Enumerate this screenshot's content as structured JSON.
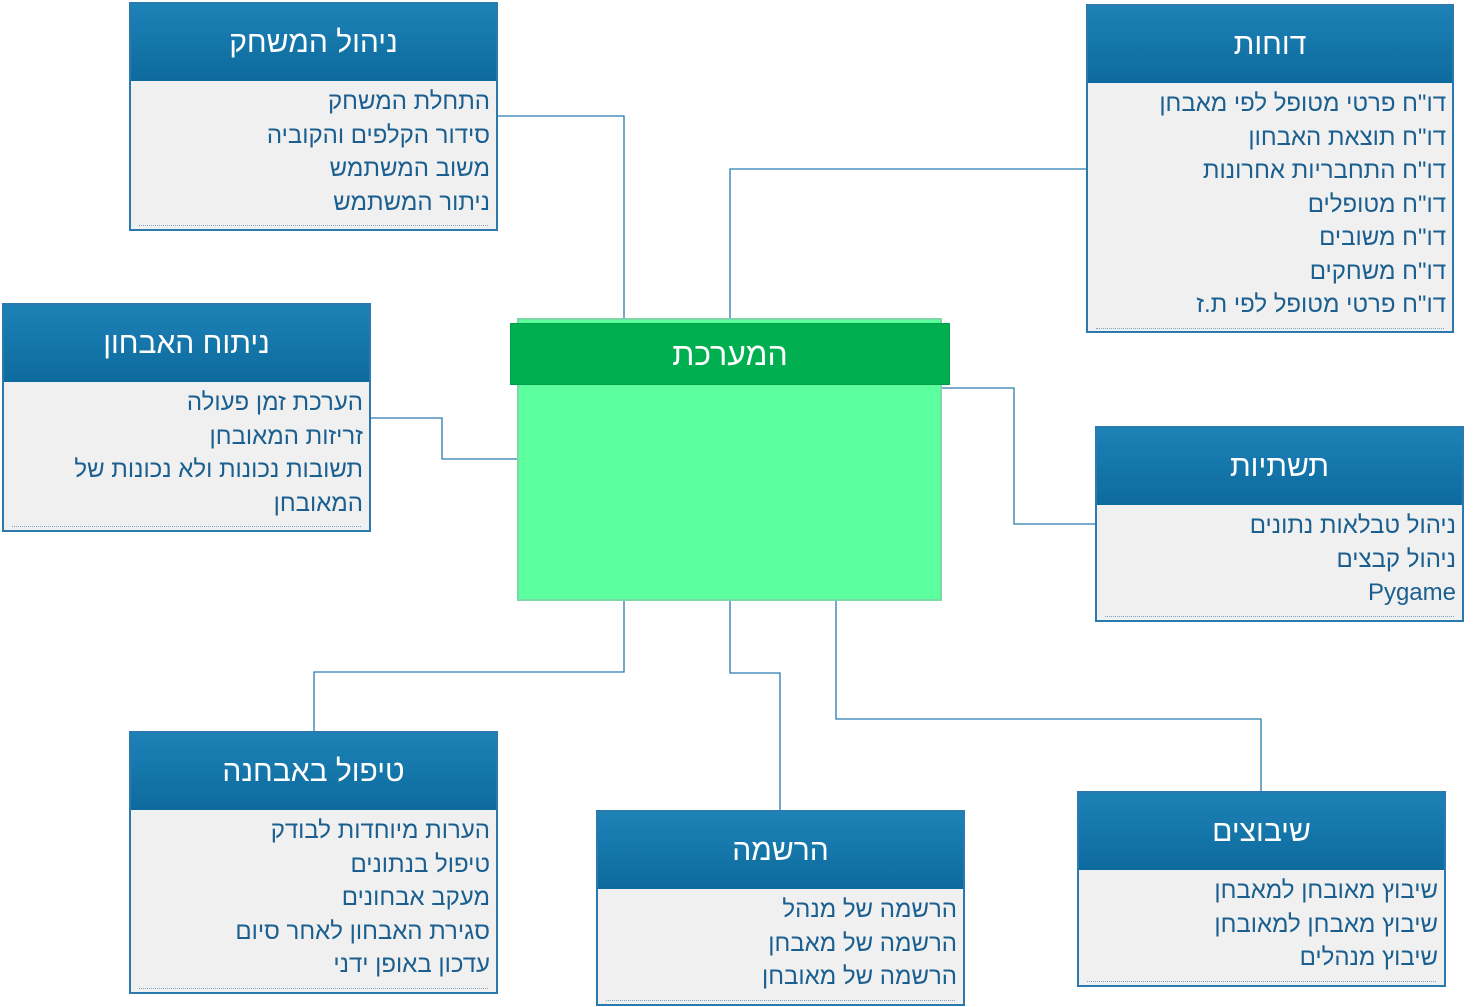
{
  "center": {
    "title": "המערכת"
  },
  "boxes": {
    "game": {
      "title": "ניהול המשחק",
      "items": [
        "התחלת המשחק",
        "סידור הקלפים והקוביה",
        "משוב המשתמש",
        "ניתור המשתמש"
      ]
    },
    "reports": {
      "title": "דוחות",
      "items": [
        "דו\"ח פרטי מטופל לפי מאבחן",
        "דו\"ח תוצאת האבחון",
        "דו\"ח התחבריות אחרונות",
        "דו\"ח מטופלים",
        "דו\"ח משובים",
        "דו\"ח משחקים",
        "דו\"ח פרטי מטופל לפי ת.ז"
      ]
    },
    "analysis": {
      "title": "ניתוח האבחון",
      "items": [
        "הערכת זמן פעולה",
        "זריזות המאובחן",
        "תשובות נכונות ולא נכונות של המאובחן"
      ]
    },
    "infra": {
      "title": "תשתיות",
      "items": [
        "ניהול טבלאות נתונים",
        "ניהול קבצים",
        "Pygame"
      ]
    },
    "care": {
      "title": "טיפול באבחנה",
      "items": [
        "הערות מיוחדות לבודק",
        "טיפול בנתונים",
        "מעקב אבחונים",
        "סגירת האבחון לאחר סיום",
        "עדכון באופן ידני"
      ]
    },
    "registration": {
      "title": "הרשמה",
      "items": [
        "הרשמה של מנהל",
        "הרשמה של מאבחן",
        "הרשמה של מאובחן"
      ]
    },
    "assignments": {
      "title": "שיבוצים",
      "items": [
        "שיבוץ מאובחן למאבחן",
        "שיבוץ מאבחן למאובחן",
        "שיבוץ מנהלים"
      ]
    }
  }
}
